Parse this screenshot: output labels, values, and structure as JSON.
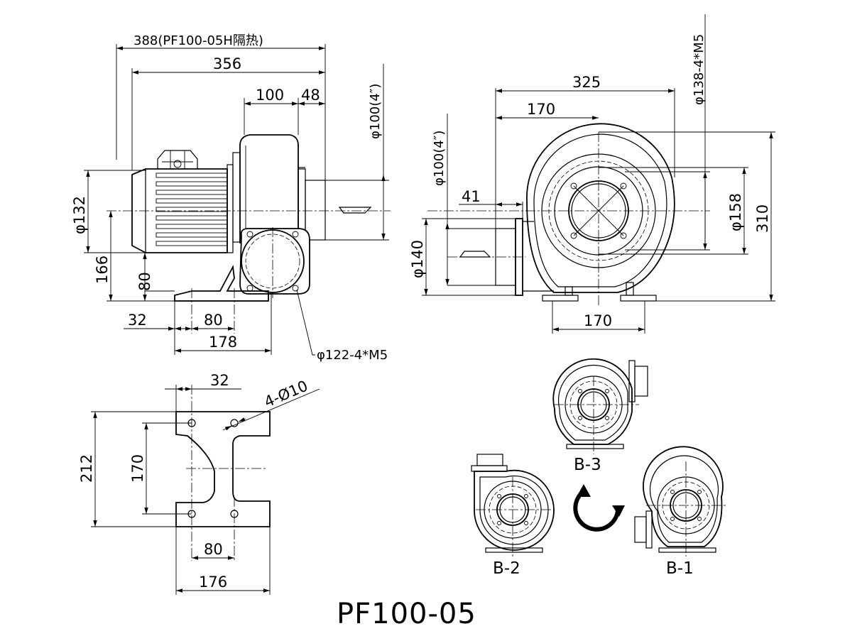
{
  "title": "PF100-05",
  "side_view": {
    "dim_total_length": "388(PF100-05H隔热)",
    "dim_length": "356",
    "dim_outlet_width": "100",
    "dim_outlet_offset": "48",
    "dim_outlet_dia": "φ100(4″)",
    "dim_motor_dia": "φ132",
    "dim_center_height": "166",
    "dim_base_height": "80",
    "dim_base_offset": "32",
    "dim_hole_pitch": "80",
    "dim_base_length": "178",
    "note_inlet_bolts": "φ122-4*M5"
  },
  "front_view": {
    "dim_width": "325",
    "dim_center_offset": "170",
    "dim_flange_bolts": "φ138-4*M5",
    "dim_inlet_dia": "φ100(4″)",
    "dim_flange_depth": "41",
    "dim_outlet_flange": "φ140",
    "dim_flange_dia": "φ158",
    "dim_height": "310",
    "dim_foot_span": "170"
  },
  "base_plate": {
    "dim_hole_offset": "32",
    "dim_holes": "4-Ø10",
    "dim_depth": "212",
    "dim_hole_pitch_y": "170",
    "dim_hole_pitch_x": "80",
    "dim_width": "176"
  },
  "orientations": {
    "b3": "B-3",
    "b2": "B-2",
    "b1": "B-1"
  }
}
